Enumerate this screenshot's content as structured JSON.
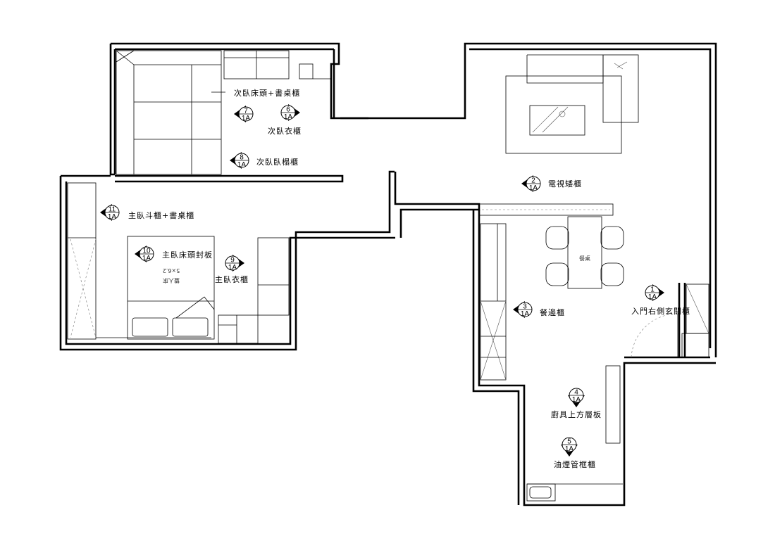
{
  "elevation_tags": [
    {
      "number": "1",
      "ref": "1A",
      "label": "入門右側玄關櫃"
    },
    {
      "number": "2",
      "ref": "1A",
      "label": "電視矮櫃"
    },
    {
      "number": "3",
      "ref": "1A",
      "label": "餐邊櫃"
    },
    {
      "number": "4",
      "ref": "1A",
      "label": "廚具上方層板"
    },
    {
      "number": "5",
      "ref": "1A",
      "label": "油煙管框櫃"
    },
    {
      "number": "6",
      "ref": "1A",
      "label": "次臥衣櫃"
    },
    {
      "number": "7",
      "ref": "1A",
      "label": "次臥床頭+書桌櫃"
    },
    {
      "number": "8",
      "ref": "1A",
      "label": "次臥臥榻櫃"
    },
    {
      "number": "9",
      "ref": "1A",
      "label": "主臥衣櫃"
    },
    {
      "number": "10",
      "ref": "1A",
      "label": "主臥床頭封板"
    },
    {
      "number": "11",
      "ref": "1A",
      "label": "主臥斗櫃+書桌櫃"
    }
  ],
  "fixtures": {
    "dining_table_label": "餐桌",
    "bed_label": "雙人床",
    "bed_size": "5×6.2"
  }
}
